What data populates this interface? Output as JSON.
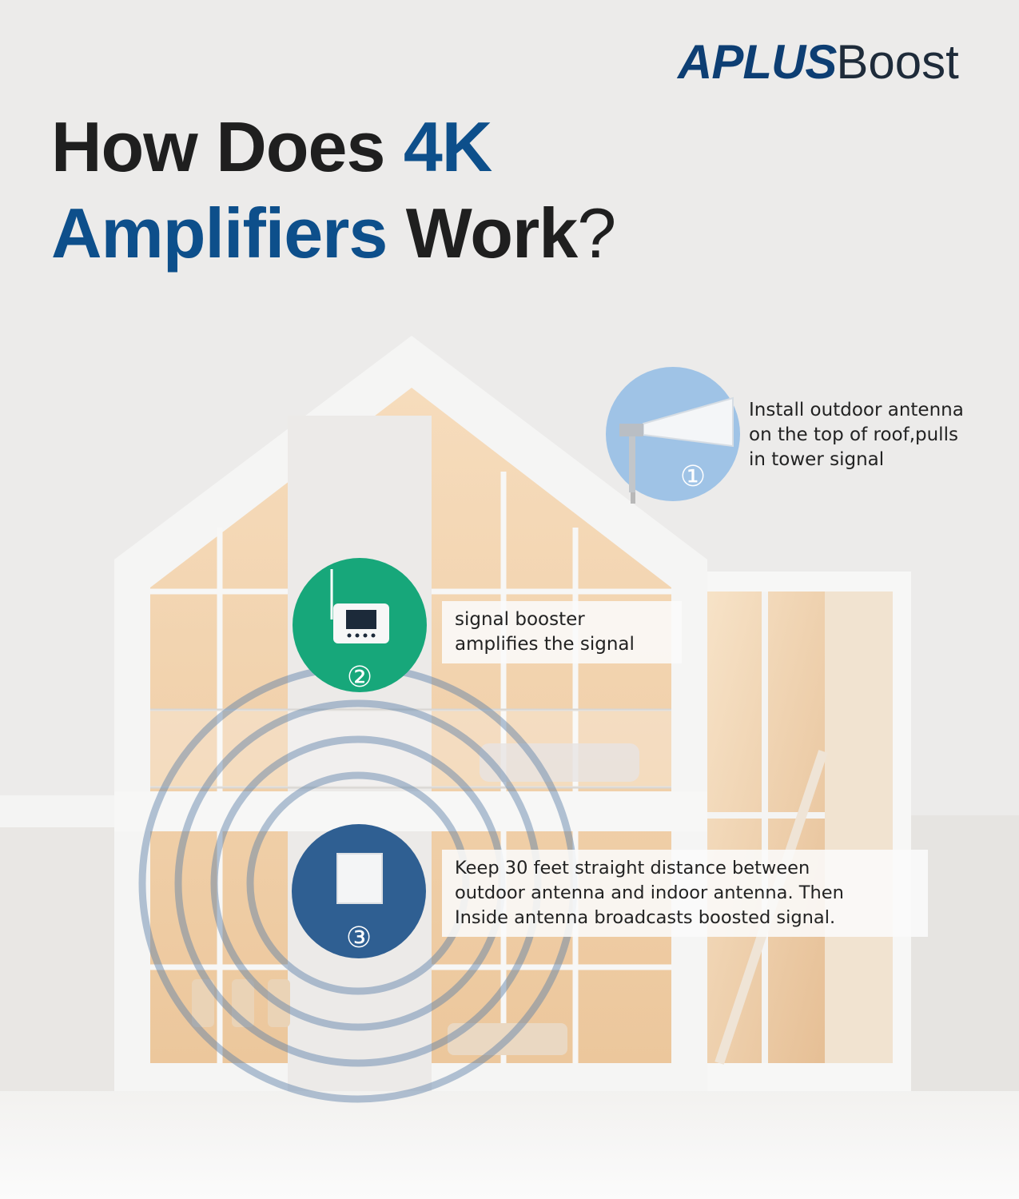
{
  "brand": {
    "logo_primary": "APLUS",
    "logo_secondary": "Boost"
  },
  "headline": {
    "line1_prefix": "How Does ",
    "line1_accent": "4K",
    "line2_accent": "Amplifiers",
    "line2_suffix": " Work",
    "line2_mark": "?"
  },
  "steps": [
    {
      "number": "①",
      "icon": "outdoor-yagi-antenna",
      "color": "#9fc3e6",
      "text_lines": [
        "Install outdoor antenna",
        "on the top of roof,pulls",
        "in tower signal"
      ]
    },
    {
      "number": "②",
      "icon": "signal-booster-unit",
      "color": "#17a77a",
      "text_lines": [
        "signal booster",
        "amplifies the signal"
      ]
    },
    {
      "number": "③",
      "icon": "indoor-panel-antenna",
      "color": "#2f5f92",
      "text_lines": [
        "Keep 30 feet straight distance between",
        "outdoor antenna and indoor antenna. Then",
        "Inside antenna broadcasts boosted signal."
      ]
    }
  ],
  "colors": {
    "brand_blue": "#0d4f8b",
    "background": "#ecebea",
    "warm_interior": "#f3d7b4"
  }
}
